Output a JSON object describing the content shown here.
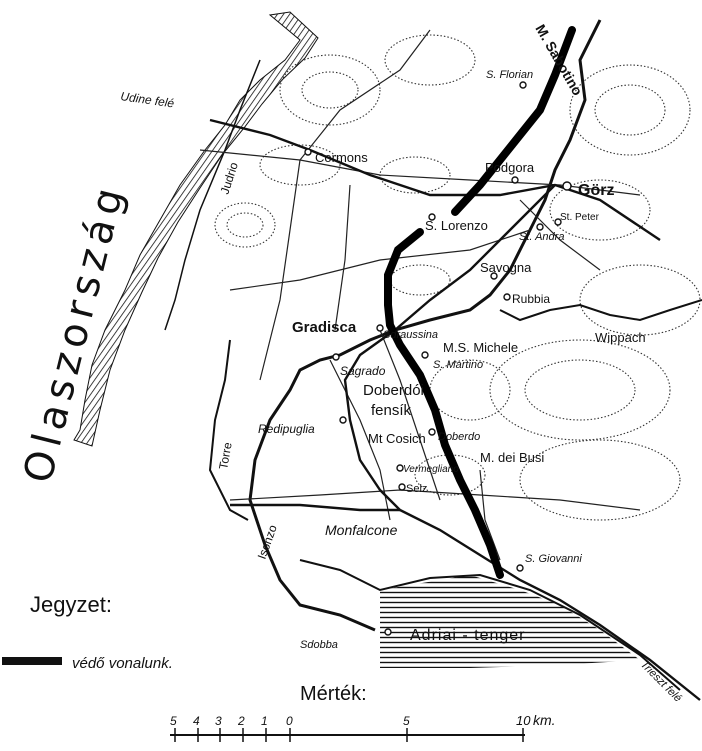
{
  "country": {
    "label": "Olaszország"
  },
  "directions": {
    "udine": "Udine felé",
    "trieszt": "Trieszt felé"
  },
  "rivers": {
    "judrio": "Judrio",
    "torre": "Torre",
    "isonzo": "Isonzo",
    "wippach": "Wippach"
  },
  "places": {
    "msabotino": "M. Sabotino",
    "sflorian": "S. Florian",
    "cormons": "Cormons",
    "podgora": "Podgora",
    "gorz": "Görz",
    "slorenzo": "S. Lorenzo",
    "stpeter": "St. Peter",
    "standra": "St. Andra",
    "savogna": "Savogna",
    "rubbia": "Rubbia",
    "gradisca": "Gradisca",
    "sdraussina": "Sdraussina",
    "msmichele": "M.S. Michele",
    "smartino": "S. Martino",
    "sagrado": "Sagrado",
    "doberdo_plateau_1": "Doberdói",
    "doberdo_plateau_2": "fensík",
    "redipuglia": "Redipuglia",
    "mtcosich": "Mt Cosich",
    "doberdo": "Doberdo",
    "mdeibusi": "M. dei Busi",
    "vermegliano": "Vermegliano",
    "selz": "Selz",
    "monfalcone": "Monfalcone",
    "sgiovanni": "S. Giovanni",
    "sdobba": "Sdobba",
    "sea": "Adriai - tenger"
  },
  "legend": {
    "title": "Jegyzet:",
    "line_label": "védő vonalunk."
  },
  "scale": {
    "title": "Mérték:",
    "ticks": [
      "5",
      "4",
      "3",
      "2",
      "1",
      "0",
      "5",
      "10"
    ],
    "unit": "km."
  },
  "colors": {
    "ink": "#111111",
    "paper": "#ffffff"
  }
}
